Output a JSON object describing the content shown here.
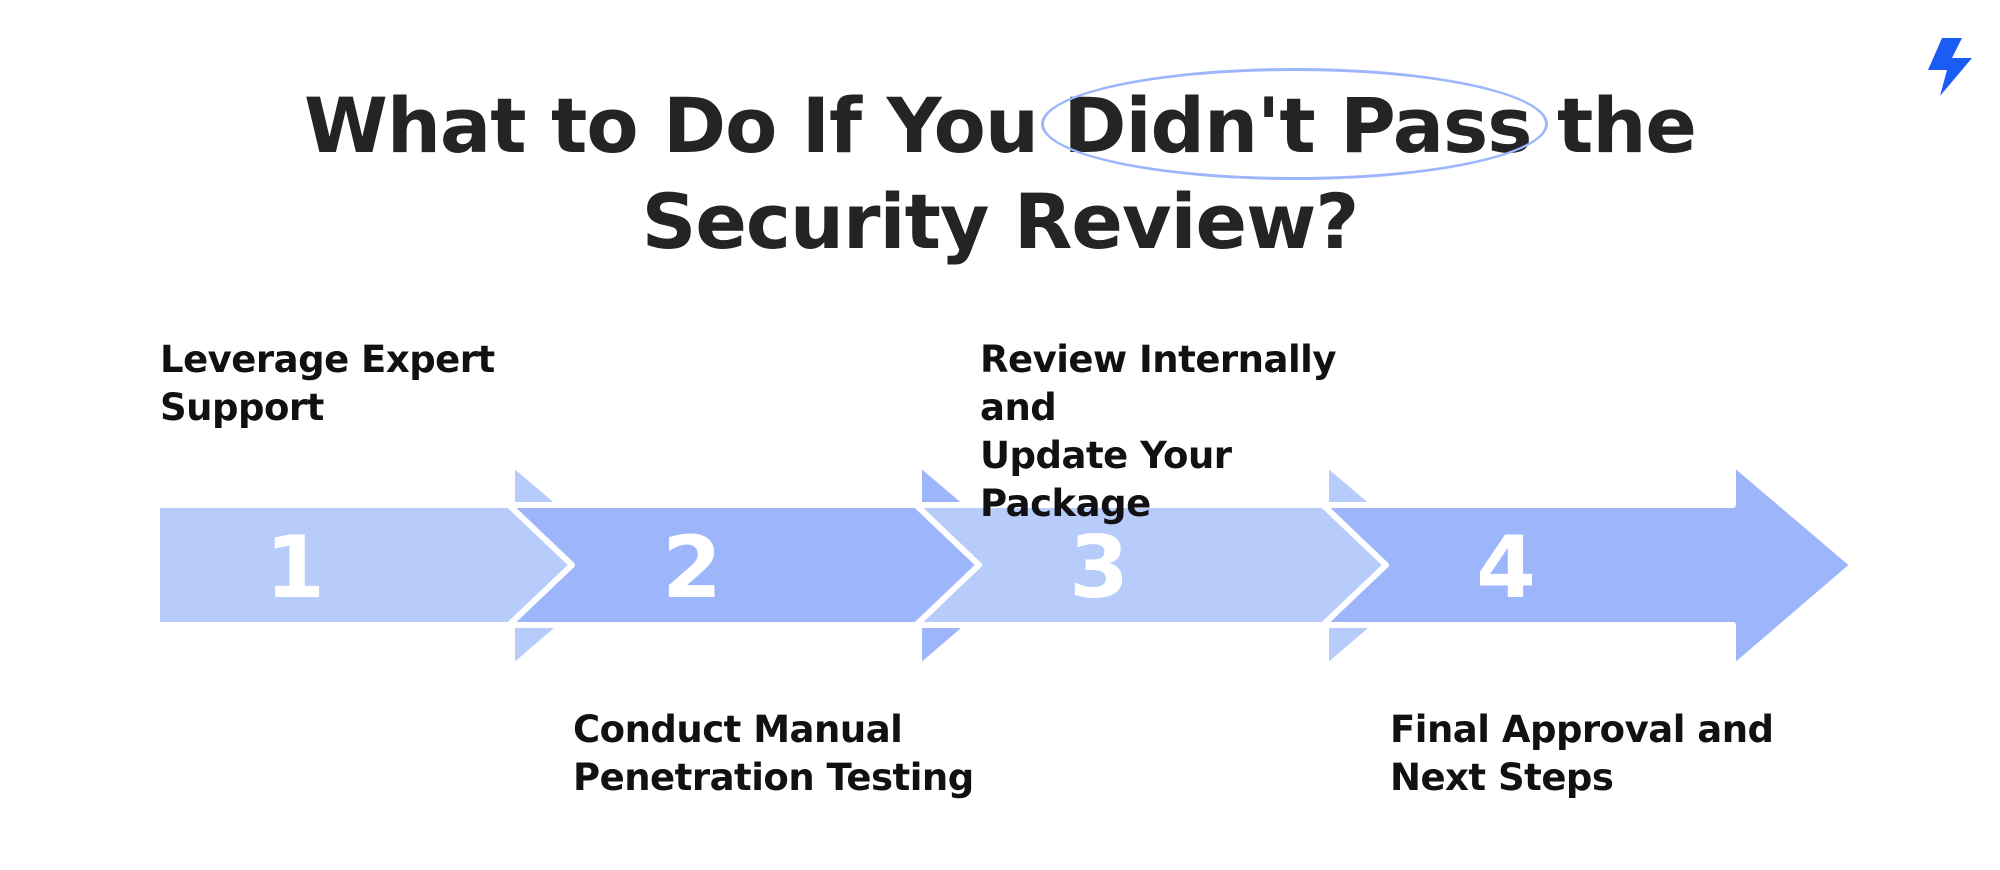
{
  "title": {
    "line1_before": "What to Do If You ",
    "line1_highlight": "Didn't Pass",
    "line1_after": " the",
    "line2": "Security Review?"
  },
  "colors": {
    "title_text": "#242424",
    "label_text": "#111111",
    "arrow_light": "#b8ccfc",
    "arrow_medium": "#9db6fb",
    "highlight_ring": "#9db6fb",
    "logo_blue": "#1b5cf5",
    "number_text": "#ffffff"
  },
  "logo": {
    "icon": "lightning-bolt-icon"
  },
  "steps": [
    {
      "number": "1",
      "label": "Leverage Expert\nSupport",
      "label_position": "top"
    },
    {
      "number": "2",
      "label": "Conduct Manual\nPenetration Testing",
      "label_position": "bottom"
    },
    {
      "number": "3",
      "label": "Review Internally and\nUpdate Your Package",
      "label_position": "top"
    },
    {
      "number": "4",
      "label": "Final Approval and\nNext Steps",
      "label_position": "bottom"
    }
  ]
}
